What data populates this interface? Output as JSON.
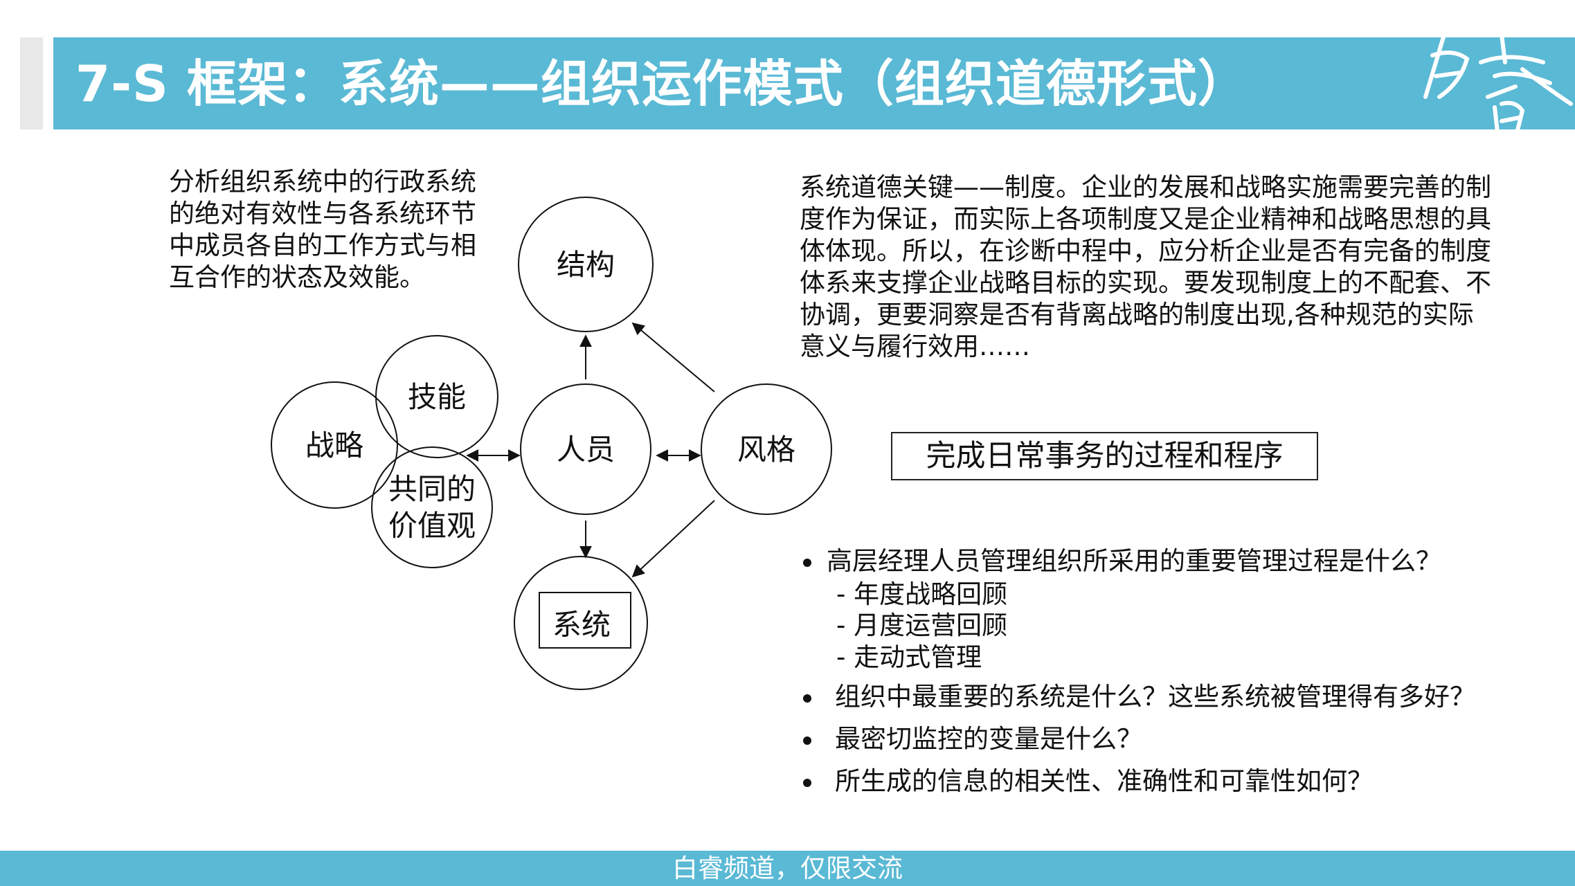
{
  "header": {
    "title": "7-S 框架：系统——组织运作模式（组织道德形式）",
    "logo_text": "白睿",
    "accent_color": "#5ab9d5"
  },
  "left_text": "分析组织系统中的行政系统的绝对有效性与各系统环节中成员各自的工作方式与相互合作的状态及效能。",
  "diagram": {
    "nodes": {
      "structure": "结构",
      "skills": "技能",
      "strategy": "战略",
      "shared_values_1": "共同的",
      "shared_values_2": "价值观",
      "staff": "人员",
      "style": "风格",
      "systems": "系统"
    }
  },
  "right_text": "系统道德关键——制度。企业的发展和战略实施需要完善的制度作为保证，而实际上各项制度又是企业精神和战略思想的具体体现。所以，在诊断中程中，应分析企业是否有完备的制度体系来支撑企业战略目标的实现。要发现制度上的不配套、不协调，更要洞察是否有背离战略的制度出现,各种规范的实际意义与履行效用……",
  "box_label": "完成日常事务的过程和程序",
  "bullets": [
    {
      "text": "高层经理人员管理组织所采用的重要管理过程是什么？",
      "subitems": [
        "- 年度战略回顾",
        "- 月度运营回顾",
        "- 走动式管理"
      ]
    },
    {
      "text": "组织中最重要的系统是什么？这些系统被管理得有多好？"
    },
    {
      "text": "最密切监控的变量是什么？"
    },
    {
      "text": "所生成的信息的相关性、准确性和可靠性如何？"
    }
  ],
  "footer": "白睿频道，仅限交流"
}
